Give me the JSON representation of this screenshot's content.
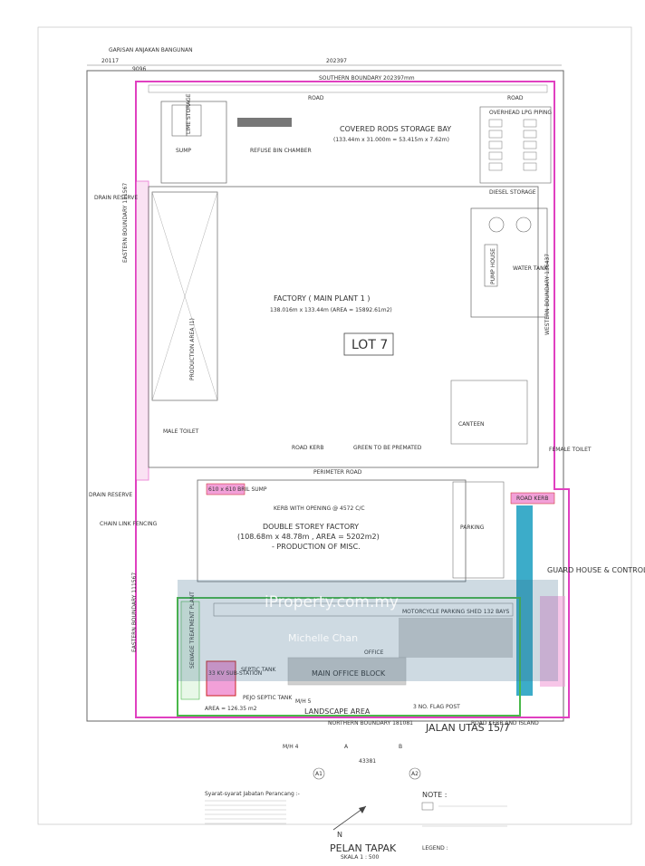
{
  "title": {
    "main": "PELAN TAPAK",
    "scale": "SKALA 1 : 500"
  },
  "boundaries": {
    "southern": "SOUTHERN BOUNDARY 202397mm",
    "northern": "NORTHERN BOUNDARY 181081",
    "eastern": "EASTERN BOUNDARY 111567",
    "western": "WESTERN BOUNDARY 136437",
    "top_dim": "202397",
    "left_dim_a": "20117",
    "left_dim_b": "9096"
  },
  "labels": {
    "road_top": "ROAD",
    "road_top_right": "ROAD",
    "covered_rods": "COVERED RODS STORAGE BAY",
    "covered_rods_dim": "(133.44m x 31.000m = 53.415m x 7.62m)",
    "overhead_lpg": "OVERHEAD LPG PIPING",
    "diesel_storage": "DIESEL STORAGE",
    "pump_house": "PUMP HOUSE",
    "water_tank": "WATER TANK",
    "lime_storage": "LIME STORAGE",
    "sump": "SUMP",
    "refuse_bin": "REFUSE BIN CHAMBER",
    "factory": "FACTORY ( MAIN PLANT 1 )",
    "factory_dim": "138.016m x 133.44m (AREA = 15892.61m2)",
    "lot": "LOT 7",
    "production_area": "PRODUCTION AREA (1)",
    "drain_reserve": "DRAIN RESERVE",
    "fence": "CHAIN LINK FENCING",
    "toilet": "MALE TOILET",
    "toilet_f": "FEMALE TOILET",
    "canteen": "CANTEEN",
    "road_kerb": "ROAD KERB",
    "green_premated": "GREEN TO BE PREMATED",
    "perimeter_road": "PERIMETER ROAD",
    "kerb_opening": "KERB WITH OPENING @ 4572 C/C",
    "sump_sm": "610 x 610 BRIL SUMP",
    "double_storey": "DOUBLE STOREY FACTORY",
    "double_storey_dim": "(108.68m x 48.78m , AREA = 5202m2)",
    "production_misc": "- PRODUCTION OF MISC.",
    "guard_house": "GUARD HOUSE & CONTROL ROOM",
    "motorcycle": "MOTORCYCLE PARKING SHED 132 BAYS",
    "parking": "PARKING",
    "main_office": "MAIN OFFICE BLOCK",
    "office": "OFFICE",
    "substation": "33 KV SUB-STATION",
    "septic": "SEPTIC TANK",
    "pejo_septic": "PEJO SEPTIC TANK",
    "sewage": "SEWAGE TREATMENT PLANT",
    "landscape": "LANDSCAPE AREA",
    "area": "AREA = 126.35 m2",
    "flag_post": "3 NO. FLAG POST",
    "road_kerb_island": "ROAD KERB AND ISLAND",
    "jalan": "JALAN UTAS 15/7",
    "mh4": "M/H 4",
    "mh5": "M/H 5",
    "point_a": "A",
    "point_b": "B",
    "bottom_dim": "43381",
    "a1": "A1",
    "a2": "A2",
    "notes_title": "Syarat-syarat Jabatan Perancang :-",
    "note_title": "NOTE :",
    "legend": "LEGEND :",
    "north": "N",
    "garisan": "GARISAN ANJAKAN BANGUNAN"
  },
  "watermark": {
    "brand": "iProperty.com.my",
    "agent": "Michelle Chan"
  },
  "colors": {
    "line": "#555555",
    "boundary_pink": "#e040c0",
    "green": "#4ab84a",
    "cyan": "#1a9dc0",
    "red_label": "#cc2020",
    "pink_fill": "#f2a0d8"
  }
}
